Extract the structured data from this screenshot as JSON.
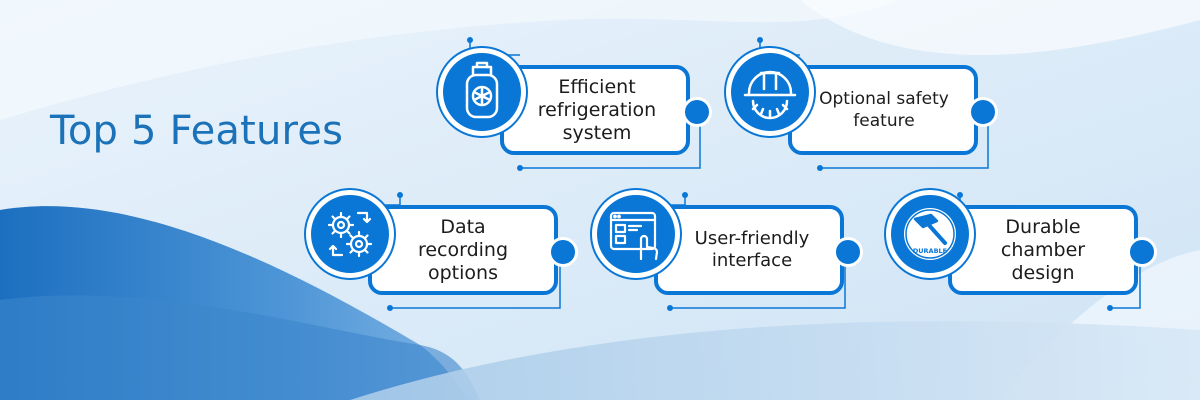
{
  "title": "Top 5 Features",
  "features": [
    {
      "label": "Efficient refrigeration system",
      "icon": "refrigerant-cylinder-icon"
    },
    {
      "label": "Optional safety feature",
      "icon": "safety-helmet-gear-icon"
    },
    {
      "label": "Data recording options",
      "icon": "gears-sync-icon"
    },
    {
      "label": "User-friendly interface",
      "icon": "touch-screen-interface-icon"
    },
    {
      "label": "Durable chamber design",
      "icon": "durable-hammer-icon",
      "badge": "DURABLE"
    }
  ],
  "colors": {
    "accent": "#0a77d6",
    "title": "#1b72b8",
    "text": "#1c1c1c"
  }
}
